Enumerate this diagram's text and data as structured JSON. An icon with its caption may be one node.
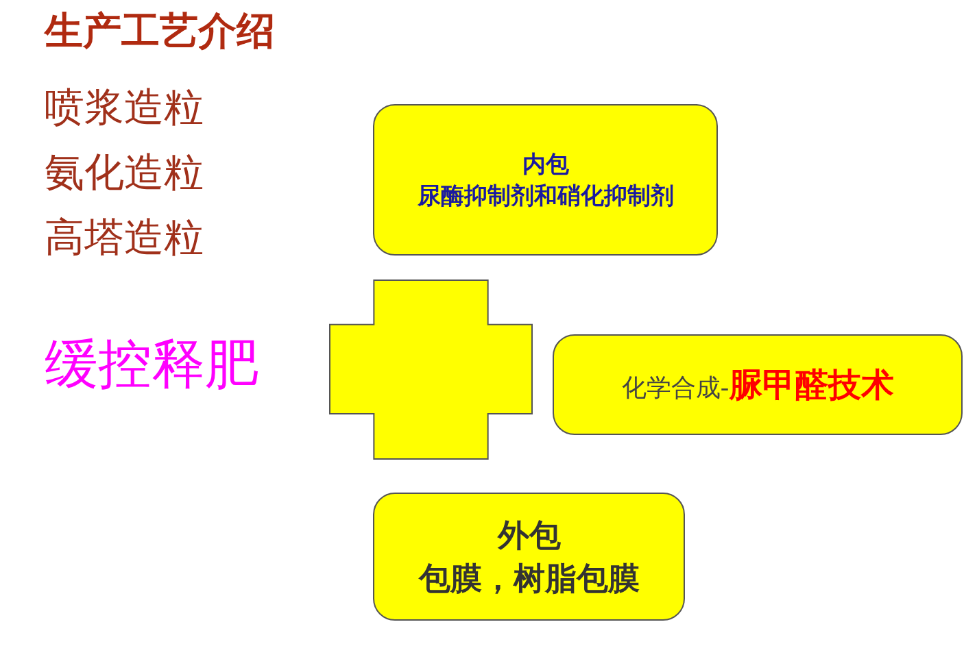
{
  "diagram": {
    "title": "生产工艺介绍",
    "nodes": [
      {
        "text": [
          "内包",
          "尿酶抑制剂和硝化抑制剂"
        ]
      },
      {
        "text": [],
        "shape": "cross"
      },
      {
        "text": [
          "化学合成-**脲甲醛技术**"
        ]
      },
      {
        "text": [
          "外包",
          "包膜，树脂包膜"
        ]
      }
    ],
    "labels": [
      "喷浆造粒",
      "氨化造粒",
      "高塔造粒",
      "缓控释肥"
    ]
  }
}
